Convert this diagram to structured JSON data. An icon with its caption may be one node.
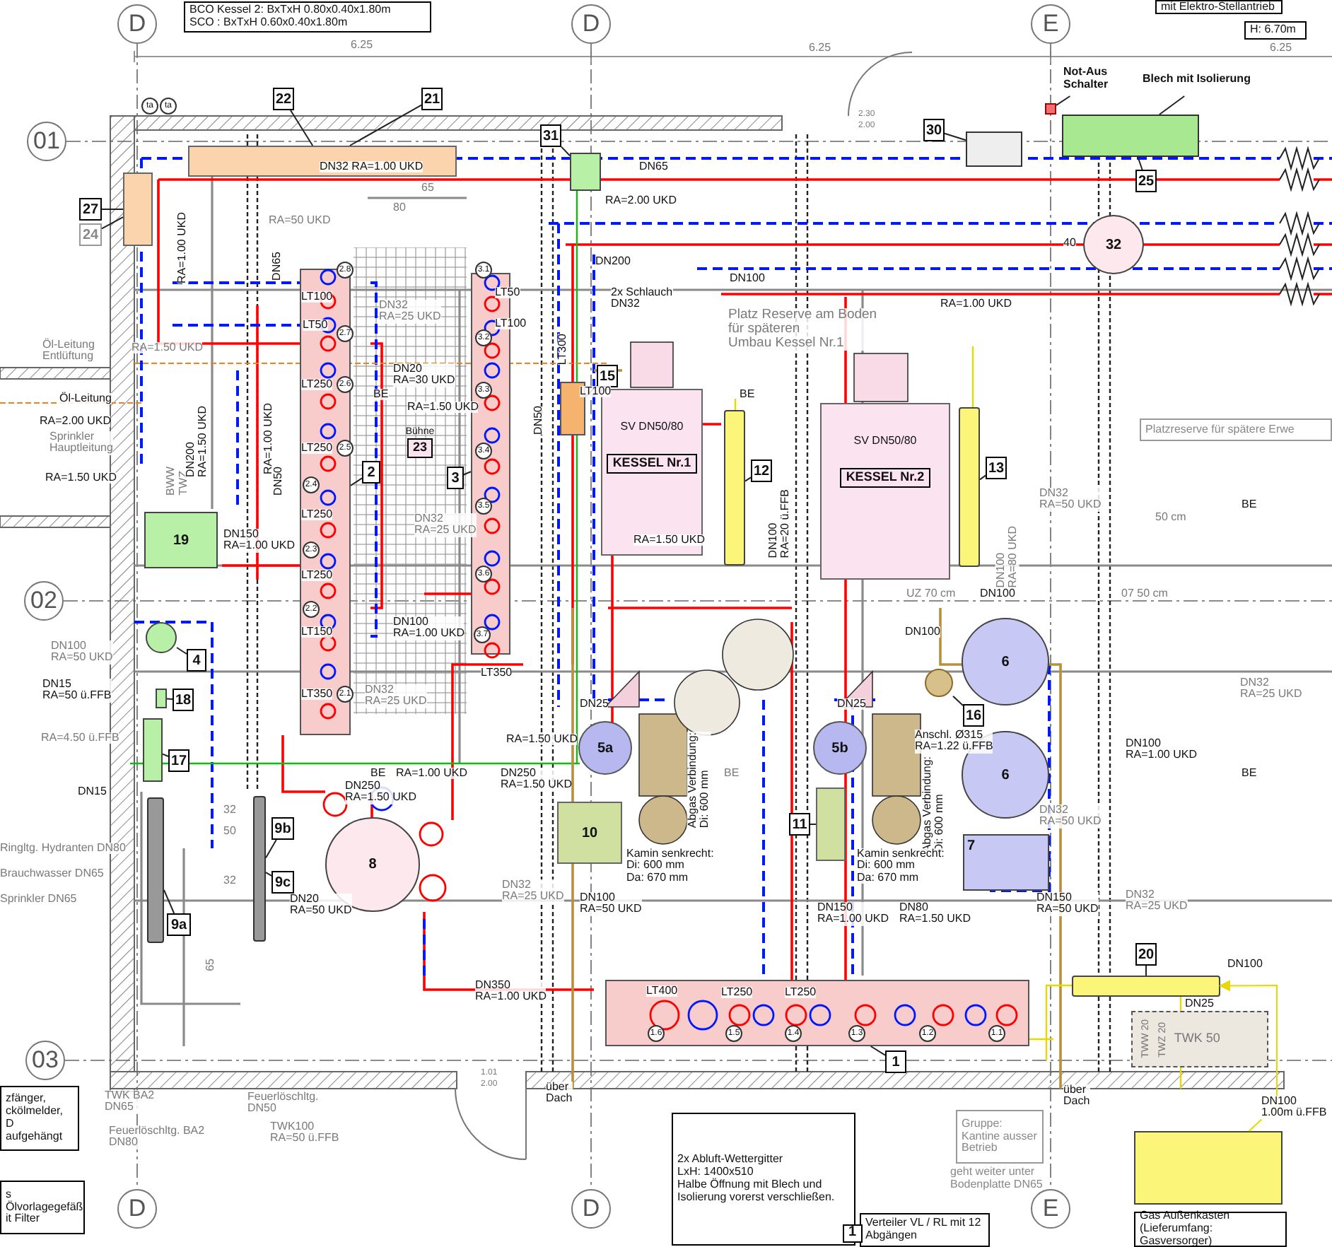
{
  "diagram": {
    "nodes": [
      {
        "text": [],
        "shape": "box"
      },
      {
        "text": [
          "22"
        ]
      },
      {
        "text": [
          "21"
        ]
      },
      {
        "text": [],
        "shape": "box"
      },
      {
        "text": [
          "27"
        ]
      },
      {
        "text": [
          "24"
        ]
      },
      {
        "text": [],
        "shape": "box"
      },
      {
        "text": [
          "2"
        ]
      },
      {
        "text": [],
        "shape": "box"
      },
      {
        "text": [
          "3"
        ]
      },
      {
        "text": [
          "Bühne",
          "23"
        ]
      },
      {
        "text": [
          "19"
        ]
      },
      {
        "text": [],
        "shape": "circle"
      },
      {
        "text": [
          "4"
        ]
      },
      {
        "text": [],
        "shape": "box"
      },
      {
        "text": [
          "18"
        ]
      },
      {
        "text": [],
        "shape": "box"
      },
      {
        "text": [
          "17"
        ]
      },
      {
        "text": [],
        "shape": "bar"
      },
      {
        "text": [
          "9a"
        ]
      },
      {
        "text": [],
        "shape": "bar"
      },
      {
        "text": [
          "9b"
        ]
      },
      {
        "text": [
          "9c"
        ]
      },
      {
        "text": [
          "8"
        ]
      },
      {
        "text": [],
        "shape": "box"
      },
      {
        "text": [
          "31"
        ]
      },
      {
        "text": [],
        "shape": "box"
      },
      {
        "text": [
          "15"
        ]
      },
      {
        "text": [
          "SV DN50/80",
          "KESSEL Nr.1"
        ]
      },
      {
        "text": [],
        "shape": "bar"
      },
      {
        "text": [
          "12"
        ]
      },
      {
        "text": [
          "SV DN50/80",
          "KESSEL Nr.2"
        ]
      },
      {
        "text": [],
        "shape": "bar"
      },
      {
        "text": [
          "13"
        ]
      },
      {
        "text": [],
        "shape": "box"
      },
      {
        "text": [
          "30"
        ]
      },
      {
        "text": [],
        "shape": "box"
      },
      {
        "text": [
          "25"
        ]
      },
      {
        "text": [
          "32"
        ]
      },
      {
        "text": [
          "5a"
        ]
      },
      {
        "text": [
          "5b"
        ]
      },
      {
        "text": [
          "10"
        ]
      },
      {
        "text": [],
        "shape": "box"
      },
      {
        "text": [
          "11"
        ]
      },
      {
        "text": [
          "6"
        ]
      },
      {
        "text": [
          "6"
        ]
      },
      {
        "text": [
          "7"
        ]
      },
      {
        "text": [],
        "shape": "circle"
      },
      {
        "text": [
          "16"
        ]
      },
      {
        "text": [],
        "shape": "bar"
      },
      {
        "text": [
          "20"
        ]
      },
      {
        "text": [],
        "shape": "box"
      },
      {
        "text": [
          "1"
        ]
      },
      {
        "text": [
          "TWW 20",
          "TWZ 20",
          "TWK 50"
        ]
      },
      {
        "text": [],
        "shape": "box"
      },
      {
        "text": [
          "Gas Außenkasten (Lieferumfang: Gasversorger)"
        ]
      },
      {
        "text": [
          "Not-Aus Schalter"
        ]
      },
      {
        "text": [],
        "shape": "box"
      },
      {
        "text": [
          "Blech mit Isolierung"
        ]
      },
      {
        "text": [
          "BCO Kessel 2: BxTxH 0.80x0.40x1.80m",
          "SCO : BxTxH 0.60x0.40x1.80m"
        ]
      },
      {
        "text": [
          "mit Elektro-Stellantrieb"
        ]
      },
      {
        "text": [
          "H: 6.70m"
        ]
      },
      {
        "text": [
          "2x Abluft-Wettergitter",
          "LxH: 1400x510",
          "Halbe Öffnung mit Blech und Isolierung vorerst verschließen."
        ]
      },
      {
        "text": [
          "Gruppe: Kantine ausser Betrieb"
        ],
        "beside": [
          "geht weiter unter Bodenplatte DN65"
        ]
      },
      {
        "text": [
          "Verteiler VL / RL mit 12 Abgängen"
        ]
      },
      {
        "text": [
          "zfänger, ckölmelder, D aufgehängt"
        ]
      },
      {
        "text": [
          "s Ölvorlagegefäß it Filter"
        ]
      },
      {
        "text": [
          "Platzreserve für spätere Erwe"
        ]
      }
    ],
    "edges": [
      {
        "from": 1,
        "to": 0,
        "arrow": "none"
      },
      {
        "from": 2,
        "to": 0,
        "arrow": "none"
      },
      {
        "from": 4,
        "to": 3,
        "arrow": "none"
      },
      {
        "from": 5,
        "to": 3,
        "arrow": "none"
      },
      {
        "from": 7,
        "to": 6,
        "arrow": "none"
      },
      {
        "from": 9,
        "to": 8,
        "arrow": "none"
      },
      {
        "from": 13,
        "to": 12,
        "arrow": "none"
      },
      {
        "from": 15,
        "to": 14,
        "arrow": "none"
      },
      {
        "from": 17,
        "to": 16,
        "arrow": "none"
      },
      {
        "from": 19,
        "to": 18,
        "arrow": "none"
      },
      {
        "from": 21,
        "to": 20,
        "arrow": "none"
      },
      {
        "from": 22,
        "to": 20,
        "arrow": "none"
      },
      {
        "from": 25,
        "to": 24,
        "arrow": "none"
      },
      {
        "from": 27,
        "to": 26,
        "arrow": "none"
      },
      {
        "from": 30,
        "to": 29,
        "arrow": "none"
      },
      {
        "from": 33,
        "to": 32,
        "arrow": "none"
      },
      {
        "from": 35,
        "to": 34,
        "arrow": "none"
      },
      {
        "from": 37,
        "to": 36,
        "arrow": "none"
      },
      {
        "from": 43,
        "to": 42,
        "arrow": "none"
      },
      {
        "from": 48,
        "to": 47,
        "arrow": "none"
      },
      {
        "from": 50,
        "to": 49,
        "arrow": "none"
      },
      {
        "from": 52,
        "to": 51,
        "arrow": "none"
      },
      {
        "from": 54,
        "to": 49,
        "arrow": "to",
        "color": "#e6d800"
      },
      {
        "from": 56,
        "to": 57,
        "arrow": "none"
      },
      {
        "from": 58,
        "to": 36,
        "arrow": "none"
      }
    ],
    "labels": [
      "D",
      "D",
      "E",
      "01",
      "02",
      "03",
      "D",
      "D",
      "E",
      "6.25",
      "6.25",
      "6.25",
      "2.30",
      "2.00",
      "1.01",
      "2.00",
      "DN32 RA=1.00 UKD",
      "65",
      "80",
      "RA=50 UKD",
      "RA=1.00 UKD",
      "DN65",
      "DN32 RA=25 UKD",
      "Öl-Leitung Entlüftung",
      "RA=1.50 UKD",
      "DN20 RA=30 UKD",
      "Öl-Leitung",
      "RA=2.00 UKD",
      "Sprinkler Hauptleitung",
      "RA=1.50 UKD",
      "BWW",
      "TWZ",
      "RA=1.50 UKD",
      "DN200 RA=1.50 UKD",
      "RA=1.00 UKD",
      "DN50",
      "DN150 RA=1.00 UKD",
      "DN32 RA=25 UKD",
      "BE",
      "DN100 RA=50 UKD",
      "DN15 RA=50 ü.FFB",
      "RA=4.50 ü.FFB",
      "DN15",
      "Ringltg. Hydranten DN80",
      "Brauchwasser DN65",
      "Sprinkler DN65",
      "32",
      "50",
      "32",
      "65",
      "DN100 RA=1.00 UKD",
      "DN32 RA=25 UKD",
      "BE",
      "RA=1.00 UKD",
      "DN250 RA=1.50 UKD",
      "DN20 RA=50 UKD",
      "RA=1.50 UKD",
      "DN250 RA=1.50 UKD",
      "DN32 RA=25 UKD",
      "DN100 RA=50 UKD",
      "DN350 RA=1.00 UKD",
      "DN65",
      "RA=2.00 UKD",
      "DN200",
      "2x Schlauch DN32",
      "DN100",
      "Platz Reserve am Boden für späteren Umbau Kessel Nr.1",
      "BE",
      "RA=1.50 UKD",
      "DN100 RA=20 ü.FFB",
      "RA=1.00 UKD",
      "DN32 RA=50 UKD",
      "DN100 RA=80 UKD",
      "50 cm",
      "BE",
      "UZ 70 cm",
      "DN100",
      "07 50 cm",
      "DN100",
      "DN25",
      "DN25",
      "BE",
      "Abgas Verbindung: Di: 600 mm",
      "Kamin senkrecht: Di: 600 mm Da: 670 mm",
      "Anschl. Ø315 RA=1.22 ü.FFB",
      "Abgas Verbindung: Di: 600 mm",
      "Kamin senkrecht: Di: 600 mm Da: 670 mm",
      "DN32 RA=25 UKD",
      "DN100 RA=1.00 UKD",
      "BE",
      "DN32 RA=50 UKD",
      "DN150 RA=1.00 UKD",
      "DN80 RA=1.50 UKD",
      "DN150 RA=50 UKD",
      "DN32 RA=25 UKD",
      "DN100",
      "DN25",
      "DN100 1.00m ü.FFB",
      "40",
      "TWK BA2 DN65",
      "Feuerlöschltg. DN50",
      "über Dach",
      "über Dach",
      "Feuerlöschltg. BA2 DN80",
      "TWK100 RA=50 ü.FFB",
      "1",
      "2.8",
      "LT100",
      "LT50",
      "2.7",
      "LT250",
      "2.6",
      "LT250",
      "2.5",
      "2.4",
      "LT250",
      "2.3",
      "LT250",
      "2.2",
      "LT150",
      "LT350",
      "2.1",
      "3.1",
      "LT50",
      "3.2",
      "LT100",
      "3.3",
      "3.4",
      "3.5",
      "3.6",
      "3.7",
      "LT350",
      "LT300",
      "LT100",
      "DN50",
      "LT400",
      "LT250",
      "LT250",
      "1.6",
      "1.5",
      "1.4",
      "1.3",
      "1.2",
      "1.1",
      "ta",
      "ta"
    ]
  }
}
